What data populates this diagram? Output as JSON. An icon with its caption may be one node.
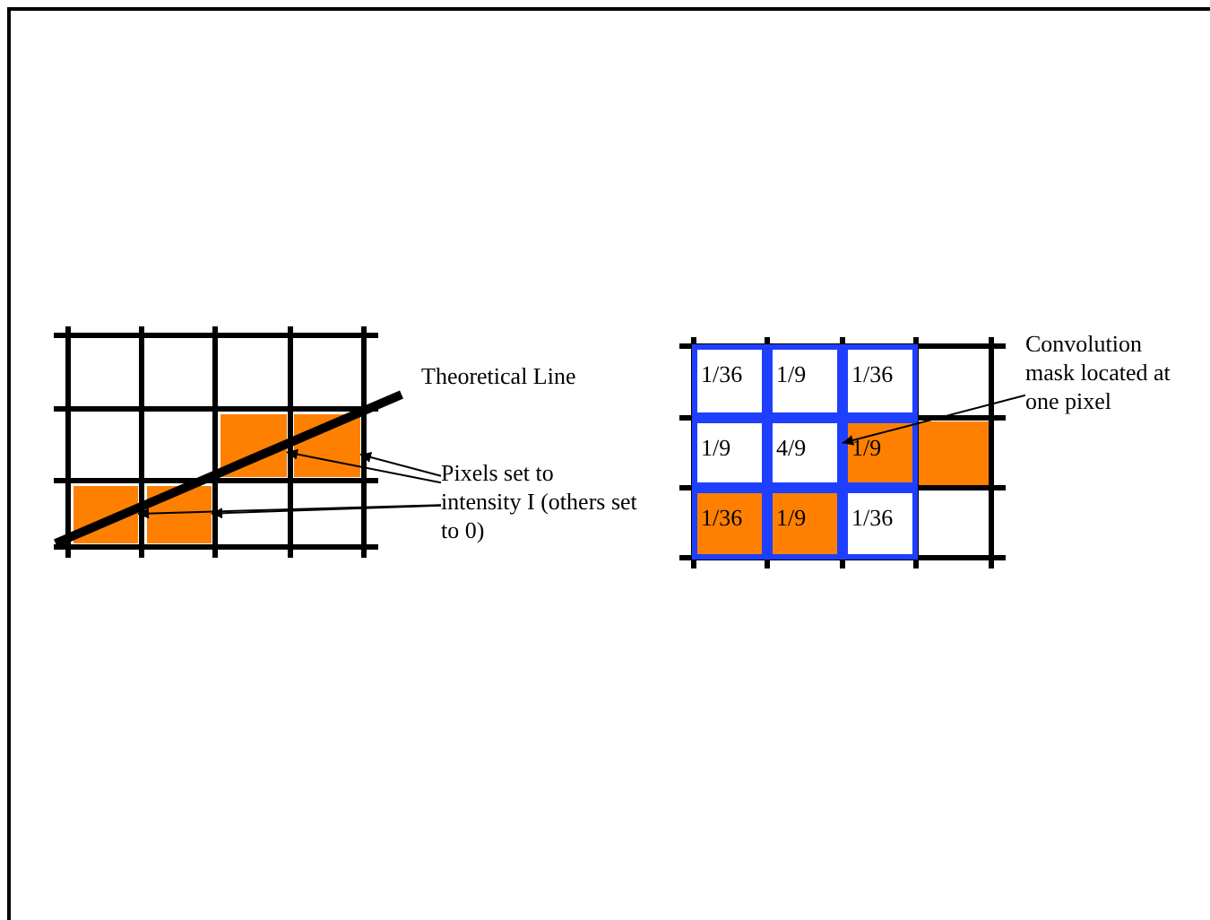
{
  "diagram": {
    "nodes": [
      {
        "text": [
          "Pixels set to intensity I (others set to 0)"
        ]
      },
      {
        "text": [],
        "shape": "box"
      },
      {
        "text": [],
        "shape": "box"
      },
      {
        "text": [],
        "shape": "box"
      },
      {
        "text": [],
        "shape": "box"
      },
      {
        "text": [
          "Convolution mask located at one pixel"
        ]
      },
      {
        "text": [
          "1/36"
        ]
      },
      {
        "text": [
          "1/9"
        ]
      },
      {
        "text": [
          "1/36"
        ]
      },
      {
        "text": [
          "1/9"
        ]
      },
      {
        "text": [
          "4/9"
        ]
      },
      {
        "text": [
          "1/9"
        ]
      },
      {
        "text": [
          "1/36"
        ]
      },
      {
        "text": [
          "1/9"
        ]
      },
      {
        "text": [
          "1/36"
        ]
      }
    ],
    "edges": [
      {
        "from": 0,
        "to": 1,
        "arrow": "to"
      },
      {
        "from": 0,
        "to": 2,
        "arrow": "to"
      },
      {
        "from": 0,
        "to": 3,
        "arrow": "to"
      },
      {
        "from": 0,
        "to": 4,
        "arrow": "to"
      },
      {
        "from": 5,
        "to": 10,
        "arrow": "to"
      }
    ],
    "labels": [
      "Theoretical Line"
    ]
  }
}
